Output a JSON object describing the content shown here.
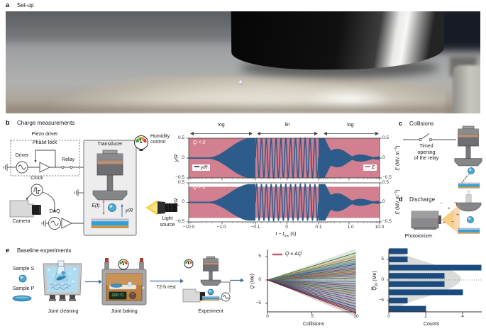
{
  "panel_a": {
    "label": "a",
    "title": "Set-up"
  },
  "panel_b": {
    "label": "b",
    "title": "Charge measurements",
    "schematic": {
      "piezo_driver": "Piezo driver",
      "phase_lock": "Phase lock",
      "driver": "Driver",
      "relay": "Relay",
      "clock": "Clock",
      "camera": "Camera",
      "daq": "DAQ",
      "transducer": "Transducer",
      "humidity_control": "Humidity\ncontrol",
      "light_source": "Light\nsource",
      "field_label": "E(t)",
      "displacement_label": "y/R"
    }
  },
  "panel_c": {
    "label": "c",
    "title": "Collisions",
    "caption": "Timed\nopening\nof the relay"
  },
  "panel_d": {
    "label": "d",
    "title": "Discharge",
    "caption": "Photoionizer",
    "charge_symbols": [
      "−",
      "+",
      "−",
      "+",
      "−",
      "+"
    ]
  },
  "panel_e": {
    "label": "e",
    "title": "Baseline experiments",
    "sample_s": "Sample S",
    "sample_p": "Sample P",
    "step1": "Joint cleaning",
    "step2": "Joint baking",
    "rest": "72-h rest",
    "step3": "Experiment",
    "oven_display": "200 °C"
  },
  "chart_data": [
    {
      "type": "line",
      "id": "levitation-signals",
      "segment_labels": [
        "log",
        "lin",
        "log"
      ],
      "xlabel_pre": "t − t",
      "xlabel_sub": "rev",
      "xlabel_post": " (s)",
      "x_ticks": [
        "−10.0",
        "−1.0",
        "−0.1",
        "0",
        "0.1",
        "1.0",
        "10.0"
      ],
      "y_ticks": [
        "0.5",
        "0",
        "−0.5"
      ],
      "ylabel_left": "y/R",
      "ylabel_right_var": "E",
      "ylabel_right_mid": " (MV m",
      "ylabel_right_sup": "−1",
      "ylabel_right_post": ")",
      "plots": [
        {
          "condition": "Q < 0",
          "e_amplitude": 0.5,
          "signal_amplitude": 0.5,
          "lin_cycles": 13
        },
        {
          "condition": "Q > 0",
          "e_amplitude": 0.4,
          "signal_amplitude": 0.47,
          "lin_cycles": 13
        }
      ],
      "legend": {
        "y_label": "y/R",
        "e_label": "E"
      },
      "colors": {
        "signal": "#2e5c8a",
        "field": "#d27f90"
      }
    },
    {
      "type": "line",
      "id": "charge-vs-collisions",
      "xlabel": "Collisions",
      "ylabel_var": "Q",
      "ylabel_unit": " (Me)",
      "x_ticks": [
        "0",
        "5",
        "10"
      ],
      "y_ticks": [
        "5",
        "0",
        "−5"
      ],
      "legend": "Q ± ΔQ",
      "x_range": [
        0,
        10
      ],
      "band_halfwidth": 0.9,
      "series": [
        {
          "end": 5.8,
          "color": "#2b6a33"
        },
        {
          "end": 4.95,
          "color": "#d9822f"
        },
        {
          "end": 4.5,
          "color": "#3b7f6c"
        },
        {
          "end": 4.1,
          "color": "#8a9460"
        },
        {
          "end": 3.7,
          "color": "#53789e"
        },
        {
          "end": 3.35,
          "color": "#20508a"
        },
        {
          "end": 3.0,
          "color": "#6d8a94"
        },
        {
          "end": 2.6,
          "color": "#8c3b45"
        },
        {
          "end": 2.25,
          "color": "#527a70"
        },
        {
          "end": 1.9,
          "color": "#7c8446"
        },
        {
          "end": 1.55,
          "color": "#a24140"
        },
        {
          "end": 1.2,
          "color": "#5d6d7e"
        },
        {
          "end": 0.85,
          "color": "#7b7b7b"
        },
        {
          "end": 0.45,
          "color": "#49683f"
        },
        {
          "end": -0.4,
          "color": "#6b7b8c"
        },
        {
          "end": -0.85,
          "color": "#33608c"
        },
        {
          "end": -1.3,
          "color": "#7d4a50"
        },
        {
          "end": -1.8,
          "color": "#566a7a"
        },
        {
          "end": -2.3,
          "color": "#2f5d50"
        },
        {
          "end": -2.85,
          "color": "#8c5a2f"
        },
        {
          "end": -3.4,
          "color": "#46627f"
        },
        {
          "end": -3.95,
          "color": "#6e4a6e"
        },
        {
          "end": -4.5,
          "color": "#335577"
        },
        {
          "end": -5.1,
          "color": "#7a3b41"
        },
        {
          "end": -5.7,
          "color": "#2a4d7a"
        },
        {
          "end": -6.3,
          "color": "#1f3f66"
        },
        {
          "end": -6.7,
          "color": "#8c2f39"
        },
        {
          "end": -7.05,
          "color": "#70262e"
        }
      ]
    },
    {
      "type": "bar",
      "id": "mean-charge-histogram",
      "xlabel": "Counts",
      "ylabel_var": "Q",
      "ylabel_sub": "10",
      "ylabel_unit": " (Me)",
      "x_ticks": [
        "0",
        "2",
        "4"
      ],
      "y_ticks": [
        "5",
        "0",
        "−5"
      ],
      "bar_color": "#1b4b7f",
      "gauss_color": "#d9dcd8",
      "bins": [
        {
          "value": 7.0,
          "count": 1
        },
        {
          "value": 5.0,
          "count": 1
        },
        {
          "value": 3.0,
          "count": 5
        },
        {
          "value": 1.0,
          "count": 3
        },
        {
          "value": -1.0,
          "count": 3
        },
        {
          "value": -3.0,
          "count": 4
        },
        {
          "value": -5.0,
          "count": 1
        },
        {
          "value": -7.0,
          "count": 2
        }
      ],
      "gauss": [
        [
          7.8,
          0.15
        ],
        [
          7,
          0.45
        ],
        [
          6,
          0.95
        ],
        [
          5,
          1.6
        ],
        [
          4,
          2.3
        ],
        [
          3,
          3.0
        ],
        [
          2,
          3.55
        ],
        [
          1,
          3.85
        ],
        [
          0.2,
          3.92
        ],
        [
          -0.8,
          3.8
        ],
        [
          -1.8,
          3.45
        ],
        [
          -2.8,
          2.9
        ],
        [
          -3.8,
          2.25
        ],
        [
          -4.8,
          1.55
        ],
        [
          -5.8,
          0.9
        ],
        [
          -6.8,
          0.45
        ],
        [
          -7.8,
          0.18
        ]
      ]
    }
  ]
}
